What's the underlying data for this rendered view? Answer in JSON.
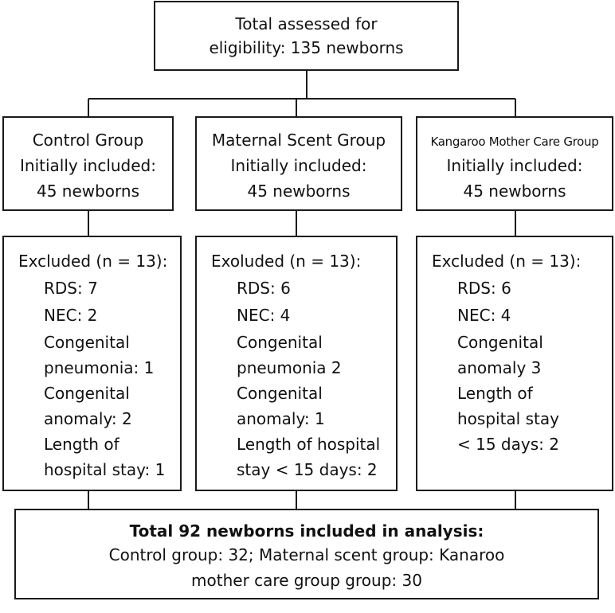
{
  "top": {
    "line1": "Total assessed for",
    "line2": "eligibility: 135 newborns"
  },
  "groups": [
    {
      "title": "Control Group",
      "line2": "Initially included:",
      "line3": "45 newborns",
      "excluded_header": "Excluded (n = 13):",
      "items": [
        "RDS: 7",
        "NEC: 2",
        "Congenital",
        "pneumonia: 1",
        "Congenital",
        "anomaly: 2",
        "Length of",
        "hospital stay: 1"
      ]
    },
    {
      "title": "Maternal Scent Group",
      "line2": "Initially included:",
      "line3": "45 newborns",
      "excluded_header": "Exoluded (n = 13):",
      "items": [
        "RDS: 6",
        "NEC: 4",
        "Congenital",
        "pneumonia 2",
        "Congenital",
        "anomaly: 1",
        "Length of hospital",
        "stay < 15 days: 2"
      ]
    },
    {
      "title": "Kangaroo Mother Care Group",
      "line2": "Initially included:",
      "line3": "45 newborns",
      "excluded_header": "Excluded (n = 13):",
      "items": [
        "RDS: 6",
        "NEC: 4",
        "Congenital",
        "anomaly 3",
        "Length of",
        "hospital stay",
        "< 15 days: 2"
      ]
    }
  ],
  "bottom": {
    "line1": "Total 92 newborns included in analysis:",
    "line2": "Control group: 32; Maternal scent group: Kanaroo",
    "line3": "mother care group group: 30"
  }
}
